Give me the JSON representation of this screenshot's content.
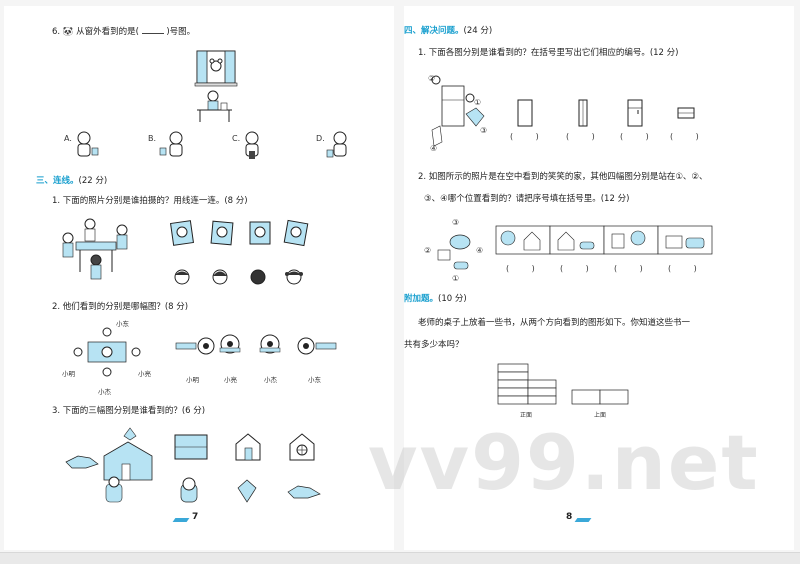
{
  "left_page": {
    "q6": {
      "num": "6.",
      "text_a": "从窗外看到的是(",
      "text_b": ")号图。"
    },
    "q6_options": [
      "A.",
      "B.",
      "C.",
      "D."
    ],
    "section3": {
      "title": "三、连线。",
      "score": "(22 分)"
    },
    "q1": {
      "text": "1. 下面的照片分别是谁拍摄的？用线连一连。(8 分)"
    },
    "q2": {
      "text": "2. 他们看到的分别是哪幅图？(8 分)"
    },
    "q2_scene_names": [
      "小东",
      "小明",
      "小亮",
      "小杰"
    ],
    "q2_names": [
      "小明",
      "小亮",
      "小杰",
      "小东"
    ],
    "q3": {
      "text": "3. 下面的三幅图分别是谁看到的？(6 分)"
    },
    "page_number": "7"
  },
  "right_page": {
    "section4": {
      "title": "四、解决问题。",
      "score": "(24 分)"
    },
    "q1": {
      "text": "1. 下面各图分别是谁看到的？在括号里写出它们相应的编号。(12 分)"
    },
    "q1_labels": [
      "①",
      "②",
      "③",
      "④"
    ],
    "q1_parens": [
      "(    )",
      "(    )",
      "(    )",
      "(    )"
    ],
    "q2": {
      "line1": "2. 如图所示的照片是在空中看到的笑笑的家，其他四幅图分别是站在①、②、",
      "line2": "③、④哪个位置看到的？请把序号填在括号里。(12 分)"
    },
    "q2_labels": [
      "③",
      "②",
      "④",
      "①"
    ],
    "q2_parens": [
      "(    )",
      "(    )",
      "(    )",
      "(    )"
    ],
    "bonus": {
      "title": "附加题。",
      "score": "(10 分)"
    },
    "bonus_text": {
      "line1": "老师的桌子上放着一些书，从两个方向看到的图形如下。你知道这些书一",
      "line2": "共有多少本吗？"
    },
    "view_labels": [
      "正面",
      "上面"
    ],
    "page_number": "8"
  },
  "watermark": "vv99.net",
  "colors": {
    "accent": "#1aa0cf",
    "fill_blue": "#b7e3f3"
  }
}
